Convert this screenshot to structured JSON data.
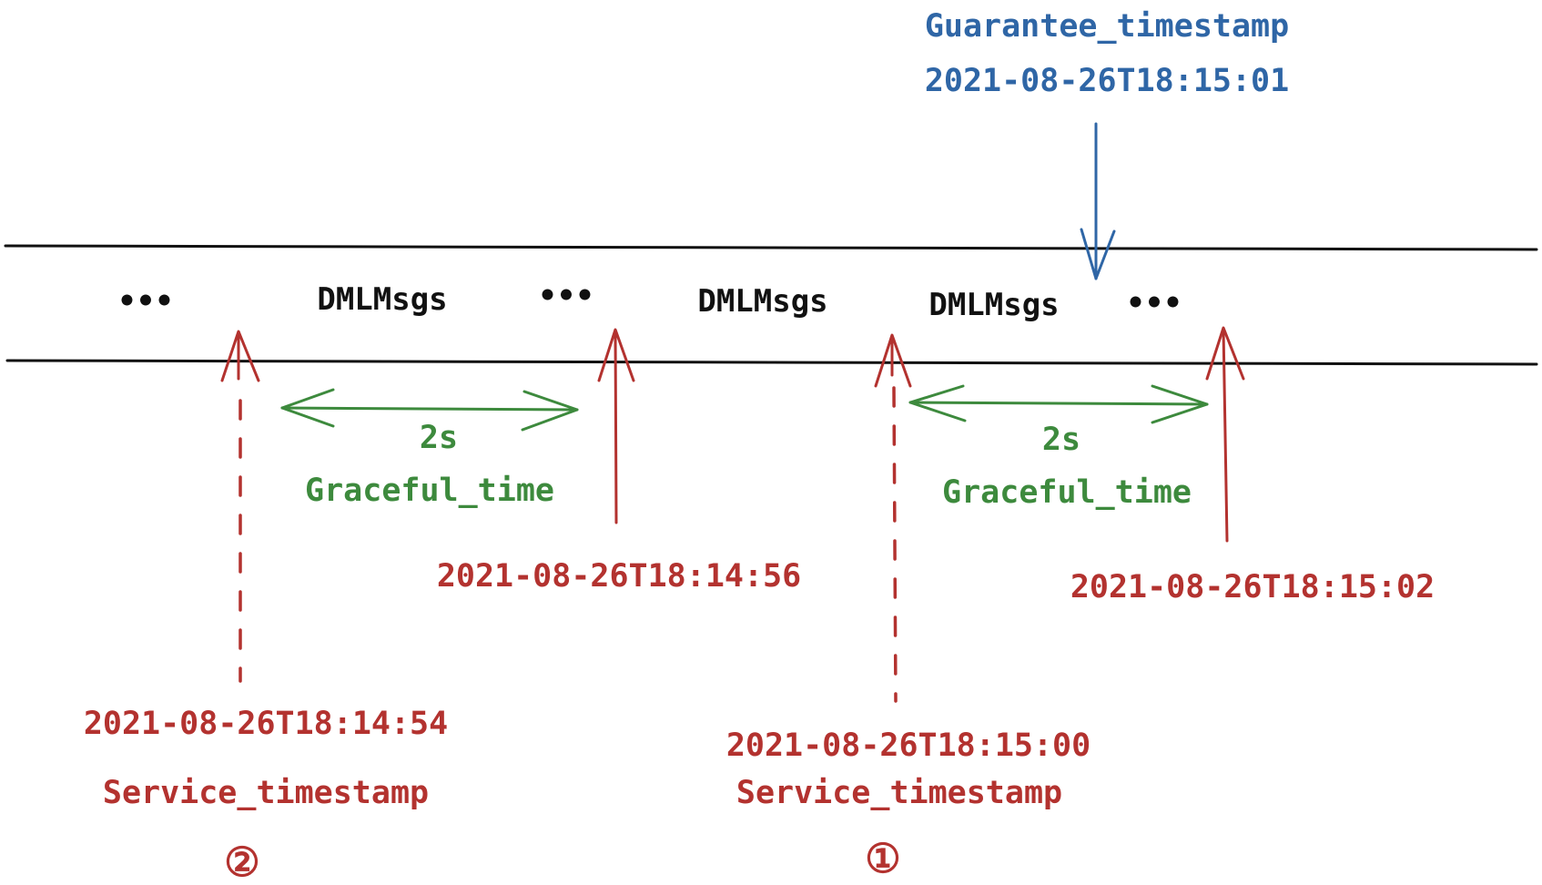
{
  "guarantee": {
    "label": "Guarantee_timestamp",
    "time": "2021-08-26T18:15:01"
  },
  "stream": {
    "ellipsis": "•••",
    "dml_label": "DMLMsgs"
  },
  "graceful": {
    "duration": "2s",
    "label": "Graceful_time"
  },
  "tick_times": {
    "t1": "2021-08-26T18:14:56",
    "t2": "2021-08-26T18:15:02"
  },
  "service_2": {
    "time": "2021-08-26T18:14:54",
    "label": "Service_timestamp",
    "marker": "②"
  },
  "service_1": {
    "time": "2021-08-26T18:15:00",
    "label": "Service_timestamp",
    "marker": "①"
  },
  "colors": {
    "guarantee": "#2f66a6",
    "service": "#b3322f",
    "graceful": "#3d8a3d",
    "stream": "#111111"
  }
}
